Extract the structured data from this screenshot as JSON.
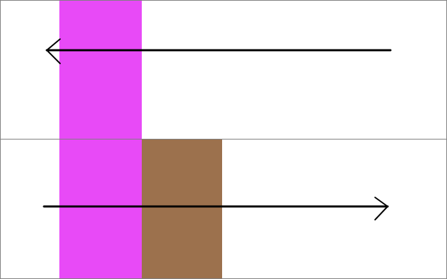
{
  "colors": {
    "background": "#ffffff",
    "panel_border": "#808080",
    "magenta_block": "#e84af7",
    "brown_block": "#9c714d",
    "arrow": "#000000"
  },
  "panels": [
    {
      "name": "top-panel",
      "blocks": [
        "magenta_block"
      ],
      "arrow_direction": "left"
    },
    {
      "name": "bottom-panel",
      "blocks": [
        "magenta_block",
        "brown_block"
      ],
      "arrow_direction": "right"
    }
  ]
}
